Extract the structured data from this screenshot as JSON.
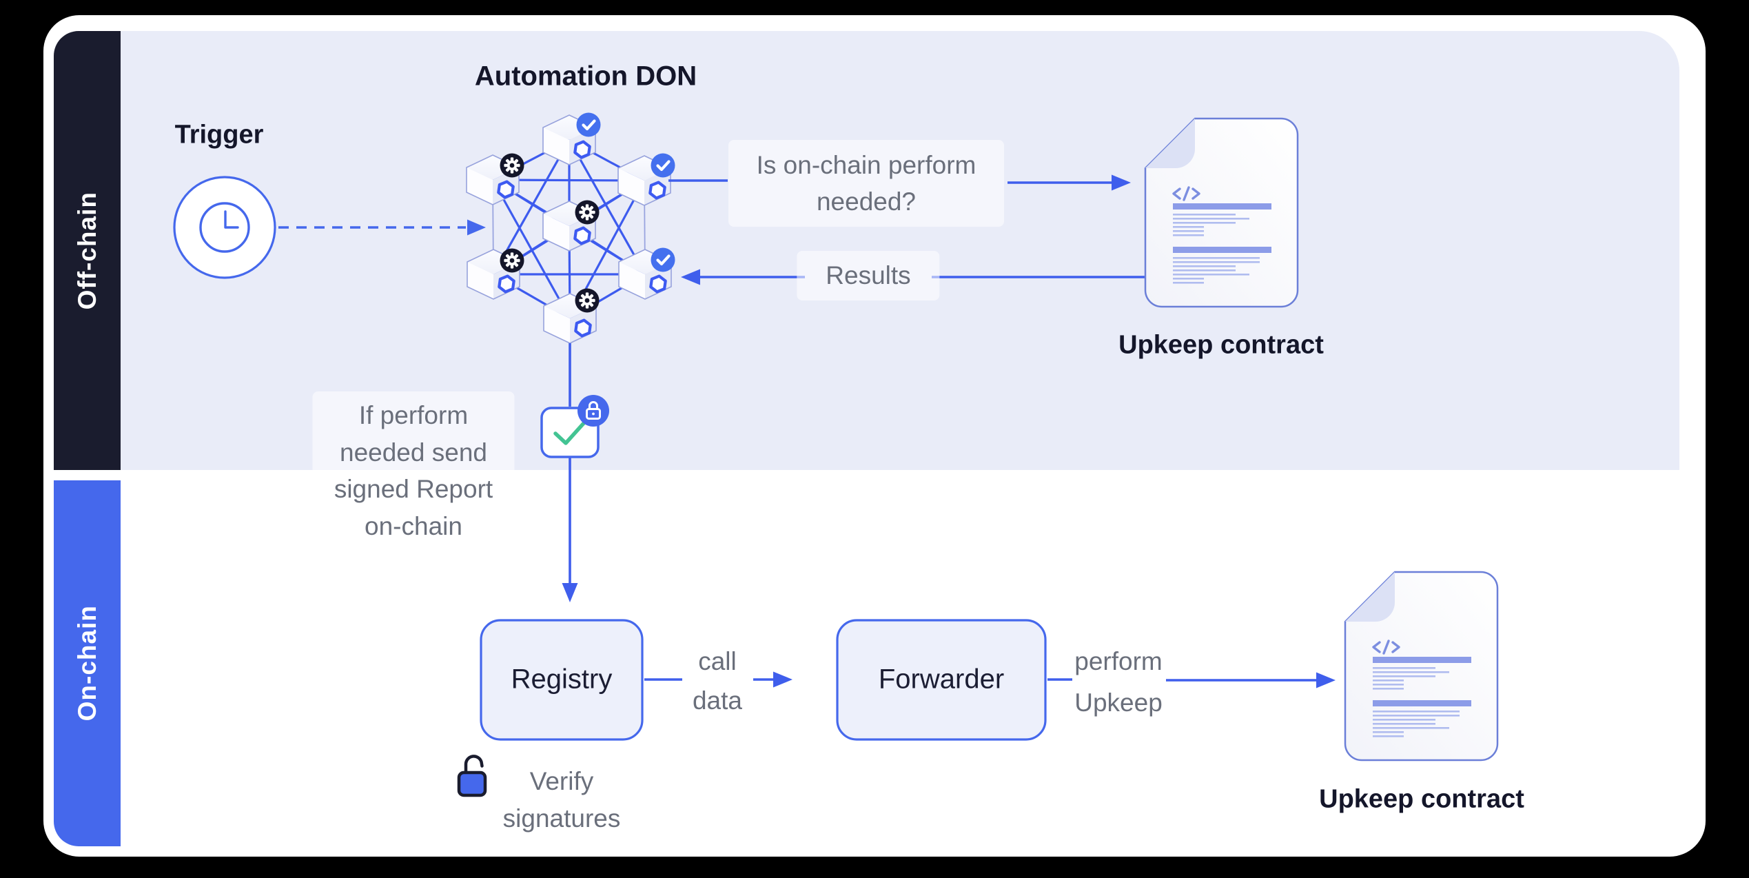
{
  "colors": {
    "accent_blue": "#4568EC",
    "mesh_blue": "#3D5BEE",
    "off_chain_bar": "#1A1C2E",
    "on_chain_bar": "#4568EC",
    "off_chain_zone_bg": "#E9ECF8",
    "box_fill": "#EDF0FB",
    "gray_text": "#6A6F7B",
    "dark_text": "#14162A",
    "green_check": "#43C493",
    "gear_badge_bg": "#14162A",
    "doc_bar": "#8C9CE8"
  },
  "zones": {
    "off_chain_label": "Off-chain",
    "on_chain_label": "On-chain"
  },
  "off_chain": {
    "trigger_label": "Trigger",
    "don_title": "Automation DON",
    "question_label": "Is on-chain perform needed?",
    "results_label": "Results",
    "report_note": "If perform needed send signed Report on-chain",
    "upkeep_label": "Upkeep contract"
  },
  "on_chain": {
    "registry_label": "Registry",
    "call_data_label": "call data",
    "forwarder_label": "Forwarder",
    "perform_label": "perform Upkeep",
    "upkeep_label": "Upkeep contract",
    "verify_label": "Verify signatures"
  }
}
